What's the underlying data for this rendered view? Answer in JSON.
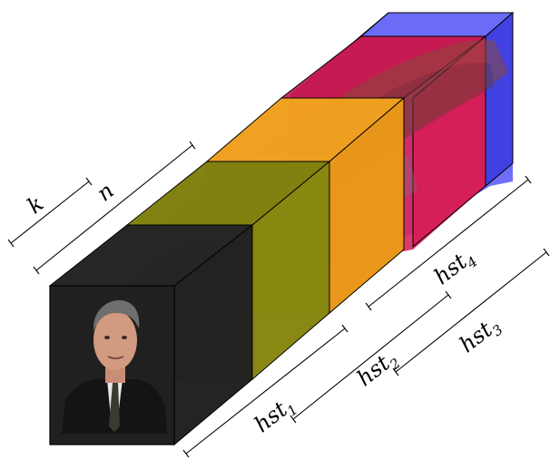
{
  "labels": {
    "k": "k",
    "n": "n",
    "hst1": {
      "base": "hst",
      "sub": "1"
    },
    "hst2": {
      "base": "hst",
      "sub": "2"
    },
    "hst3": {
      "base": "hst",
      "sub": "3"
    },
    "hst4": {
      "base": "hst",
      "sub": "4"
    }
  },
  "colors": {
    "block_black": "#1e1e1e",
    "block_olive": "#8a8a10",
    "block_orange": "#f5a418",
    "block_crimson": "#d31a55",
    "block_blue": "#4a4af0",
    "edge": "#000000"
  },
  "icons": {
    "face_frame": "news-anchor-portrait",
    "stacked_frames": "stacked-video-frames"
  }
}
